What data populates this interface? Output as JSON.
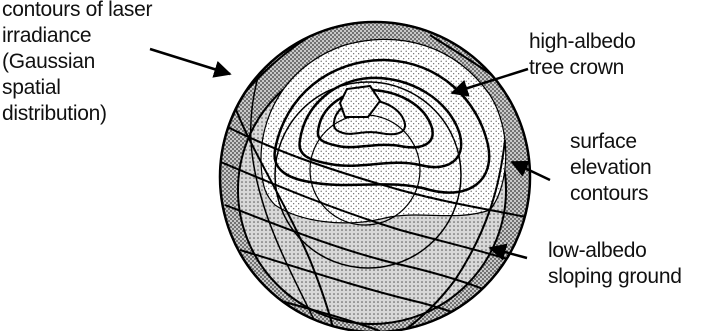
{
  "diagram": {
    "labels": {
      "laser_irradiance": [
        "contours of laser",
        "irradiance",
        "(Gaussian",
        "spatial",
        "distribution)"
      ],
      "high_albedo": [
        "high-albedo",
        "tree crown"
      ],
      "elevation": [
        "surface",
        "elevation",
        "contours"
      ],
      "low_albedo": [
        "low-albedo",
        "sloping ground"
      ]
    }
  }
}
